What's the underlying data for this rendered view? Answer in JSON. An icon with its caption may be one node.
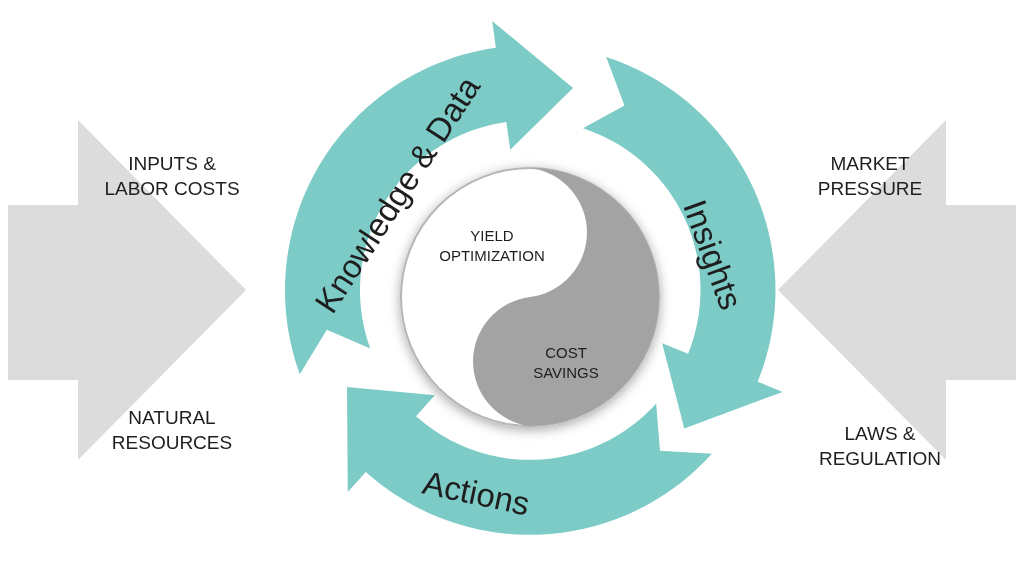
{
  "diagram": {
    "nodes": [
      {
        "text": [
          "INPUTS & LABOR COSTS",
          "NATURAL RESOURCES"
        ]
      },
      {
        "text": [
          "MARKET PRESSURE",
          "LAWS & REGULATION"
        ]
      },
      {
        "text": [
          "YIELD OPTIMIZATION",
          "COST SAVINGS"
        ]
      },
      {
        "text": [
          "Knowledge & Data"
        ]
      },
      {
        "text": [
          "Insights"
        ]
      },
      {
        "text": [
          "Actions"
        ]
      }
    ]
  }
}
